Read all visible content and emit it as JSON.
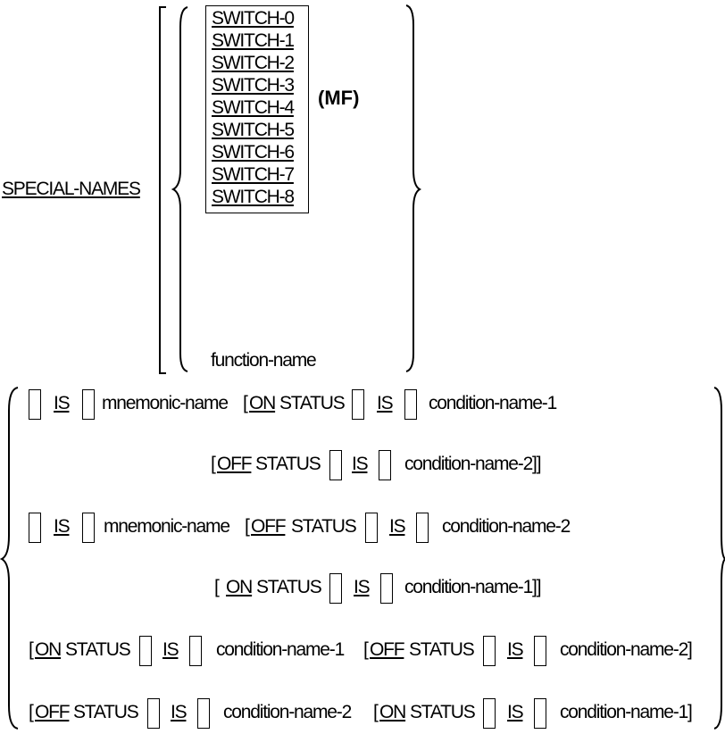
{
  "heading": {
    "special_names": "SPECIAL-NAMES"
  },
  "switches": [
    "SWITCH-0",
    "SWITCH-1",
    "SWITCH-2",
    "SWITCH-3",
    "SWITCH-4",
    "SWITCH-5",
    "SWITCH-6",
    "SWITCH-7",
    "SWITCH-8"
  ],
  "mf_label": "(MF)",
  "function_name": "function-name",
  "lines": {
    "l1": {
      "is": "IS",
      "mnemonic": "mnemonic-name",
      "bracket_open": "[",
      "on": "ON",
      "status": "STATUS",
      "is2": "IS",
      "cond": "condition-name-1"
    },
    "l2": {
      "bracket_open": "[",
      "off": "OFF",
      "status": "STATUS",
      "is": "IS",
      "cond": "condition-name-2]]"
    },
    "l3": {
      "is": "IS",
      "mnemonic": "mnemonic-name",
      "bracket_open": "[",
      "off": "OFF",
      "status": "STATUS",
      "is2": "IS",
      "cond": "condition-name-2"
    },
    "l4": {
      "bracket_open": "[",
      "on": "ON",
      "status": "STATUS",
      "is": "IS",
      "cond": "condition-name-1]]"
    },
    "l5": {
      "bracket_open": "[",
      "on": "ON",
      "status": "STATUS",
      "is": "IS",
      "cond": "condition-name-1",
      "bracket_open2": "[",
      "off": "OFF",
      "status2": "STATUS",
      "is2": "IS",
      "cond2": "condition-name-2]"
    },
    "l6": {
      "bracket_open": "[",
      "off": "OFF",
      "status": "STATUS",
      "is": "IS",
      "cond": "condition-name-2",
      "bracket_open2": "[",
      "on": "ON",
      "status2": "STATUS",
      "is2": "IS",
      "cond2": "condition-name-1]"
    }
  }
}
